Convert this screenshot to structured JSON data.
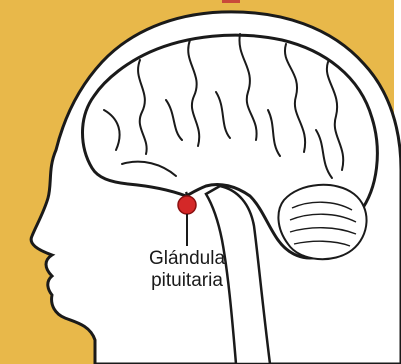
{
  "colors": {
    "background": "#E8B84A",
    "outline": "#1a1a1a",
    "fill": "#ffffff",
    "gland": "#D42828",
    "top_accent": "#C94A3A"
  },
  "label": {
    "line1": "Glándula",
    "line2": "pituitaria"
  },
  "icons": {
    "gland": "pituitary-gland-dot"
  }
}
